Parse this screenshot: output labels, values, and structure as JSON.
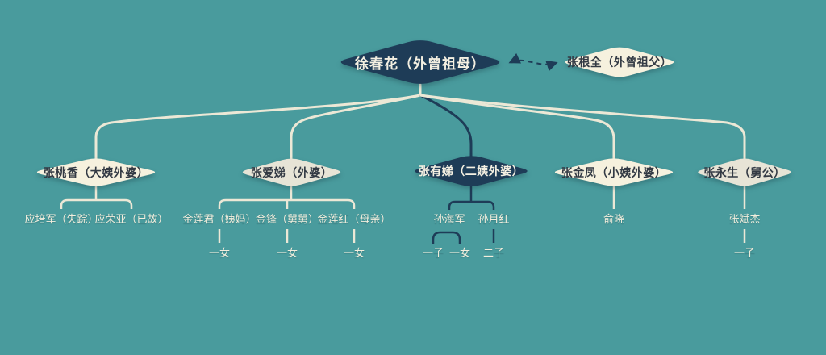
{
  "colors": {
    "background": "#499b9d",
    "navy": "#1e3c57",
    "cream": "#f6f1de",
    "muted_cream": "#e7e4d6",
    "line_light": "#ece8d6",
    "line_dark": "#1e3c57",
    "text_dark": "#333a44",
    "text_light": "#f4f0e2"
  },
  "diagram": {
    "root": {
      "label": "徐春花（外曾祖母）"
    },
    "spouse": {
      "label": "张根全（外曾祖父）"
    },
    "branches": [
      {
        "label": "张桃香（大姨外婆）",
        "children": [
          {
            "label": "应培军（失踪）"
          },
          {
            "label": "应荣亚（已故）"
          }
        ]
      },
      {
        "label": "张爱娣（外婆）",
        "children": [
          {
            "label": "金莲君（姨妈）",
            "children": [
              {
                "label": "一女"
              }
            ]
          },
          {
            "label": "金锋（舅舅）",
            "children": [
              {
                "label": "一女"
              }
            ]
          },
          {
            "label": "金莲红（母亲）",
            "children": [
              {
                "label": "一女"
              }
            ]
          }
        ]
      },
      {
        "label": "张有娣（二姨外婆）",
        "children": [
          {
            "label": "孙海军",
            "children": [
              {
                "label": "一子"
              },
              {
                "label": "一女"
              }
            ]
          },
          {
            "label": "孙月红",
            "children": [
              {
                "label": "二子"
              }
            ]
          }
        ]
      },
      {
        "label": "张金凤（小姨外婆）",
        "children": [
          {
            "label": "俞晓"
          }
        ]
      },
      {
        "label": "张永生（舅公）",
        "children": [
          {
            "label": "张斌杰",
            "children": [
              {
                "label": "一子"
              }
            ]
          }
        ]
      }
    ]
  }
}
